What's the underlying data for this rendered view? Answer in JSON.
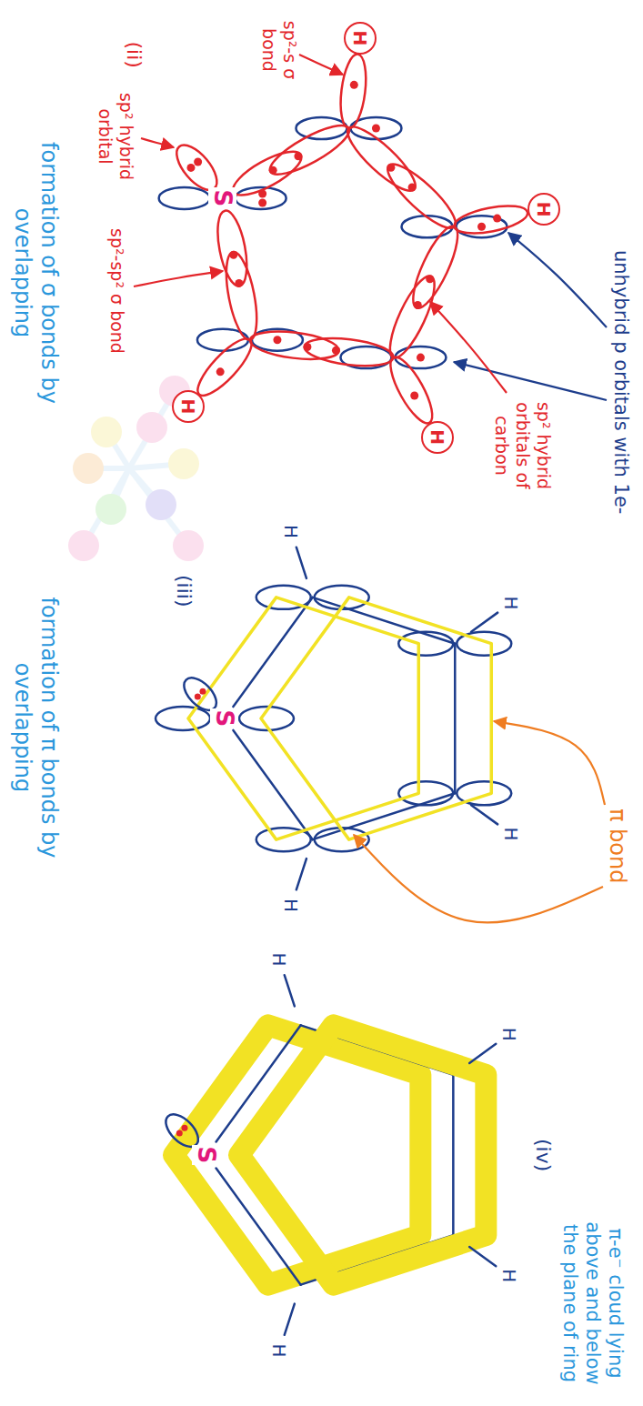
{
  "diagram": {
    "nodes": [
      {
        "text": [
          "H"
        ]
      },
      {
        "text": [
          "H"
        ]
      },
      {
        "text": [
          "H"
        ]
      },
      {
        "text": [
          "H"
        ]
      }
    ],
    "labels": [
      "unhybrid p orbitals with 1e-",
      "sp² hybrid orbitals of carbon",
      "sp²-s σ bond",
      "S",
      "(ii)",
      "sp² hybrid orbital",
      "sp²-sp² σ bond",
      "formation of σ bonds by overlapping",
      "π bond",
      "H",
      "H",
      "H",
      "H",
      "S",
      "(iii)",
      "formation of π bonds by overlapping",
      "(iv)",
      "π-e⁻ cloud lying above and below the plane of ring",
      "H",
      "H",
      "H",
      "H",
      "S"
    ]
  }
}
